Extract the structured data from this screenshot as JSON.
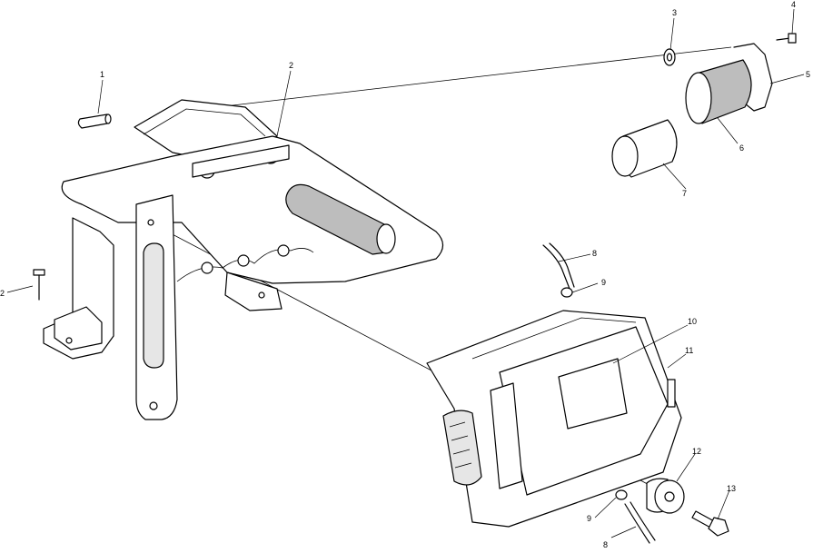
{
  "callouts": {
    "c1": "1",
    "c2a": "2",
    "c2b": "2",
    "c3": "3",
    "c4": "4",
    "c5": "5",
    "c6": "6",
    "c7": "7",
    "c8a": "8",
    "c8b": "8",
    "c9a": "9",
    "c9b": "9",
    "c10": "10",
    "c11": "11",
    "c12": "12",
    "c13": "13"
  }
}
